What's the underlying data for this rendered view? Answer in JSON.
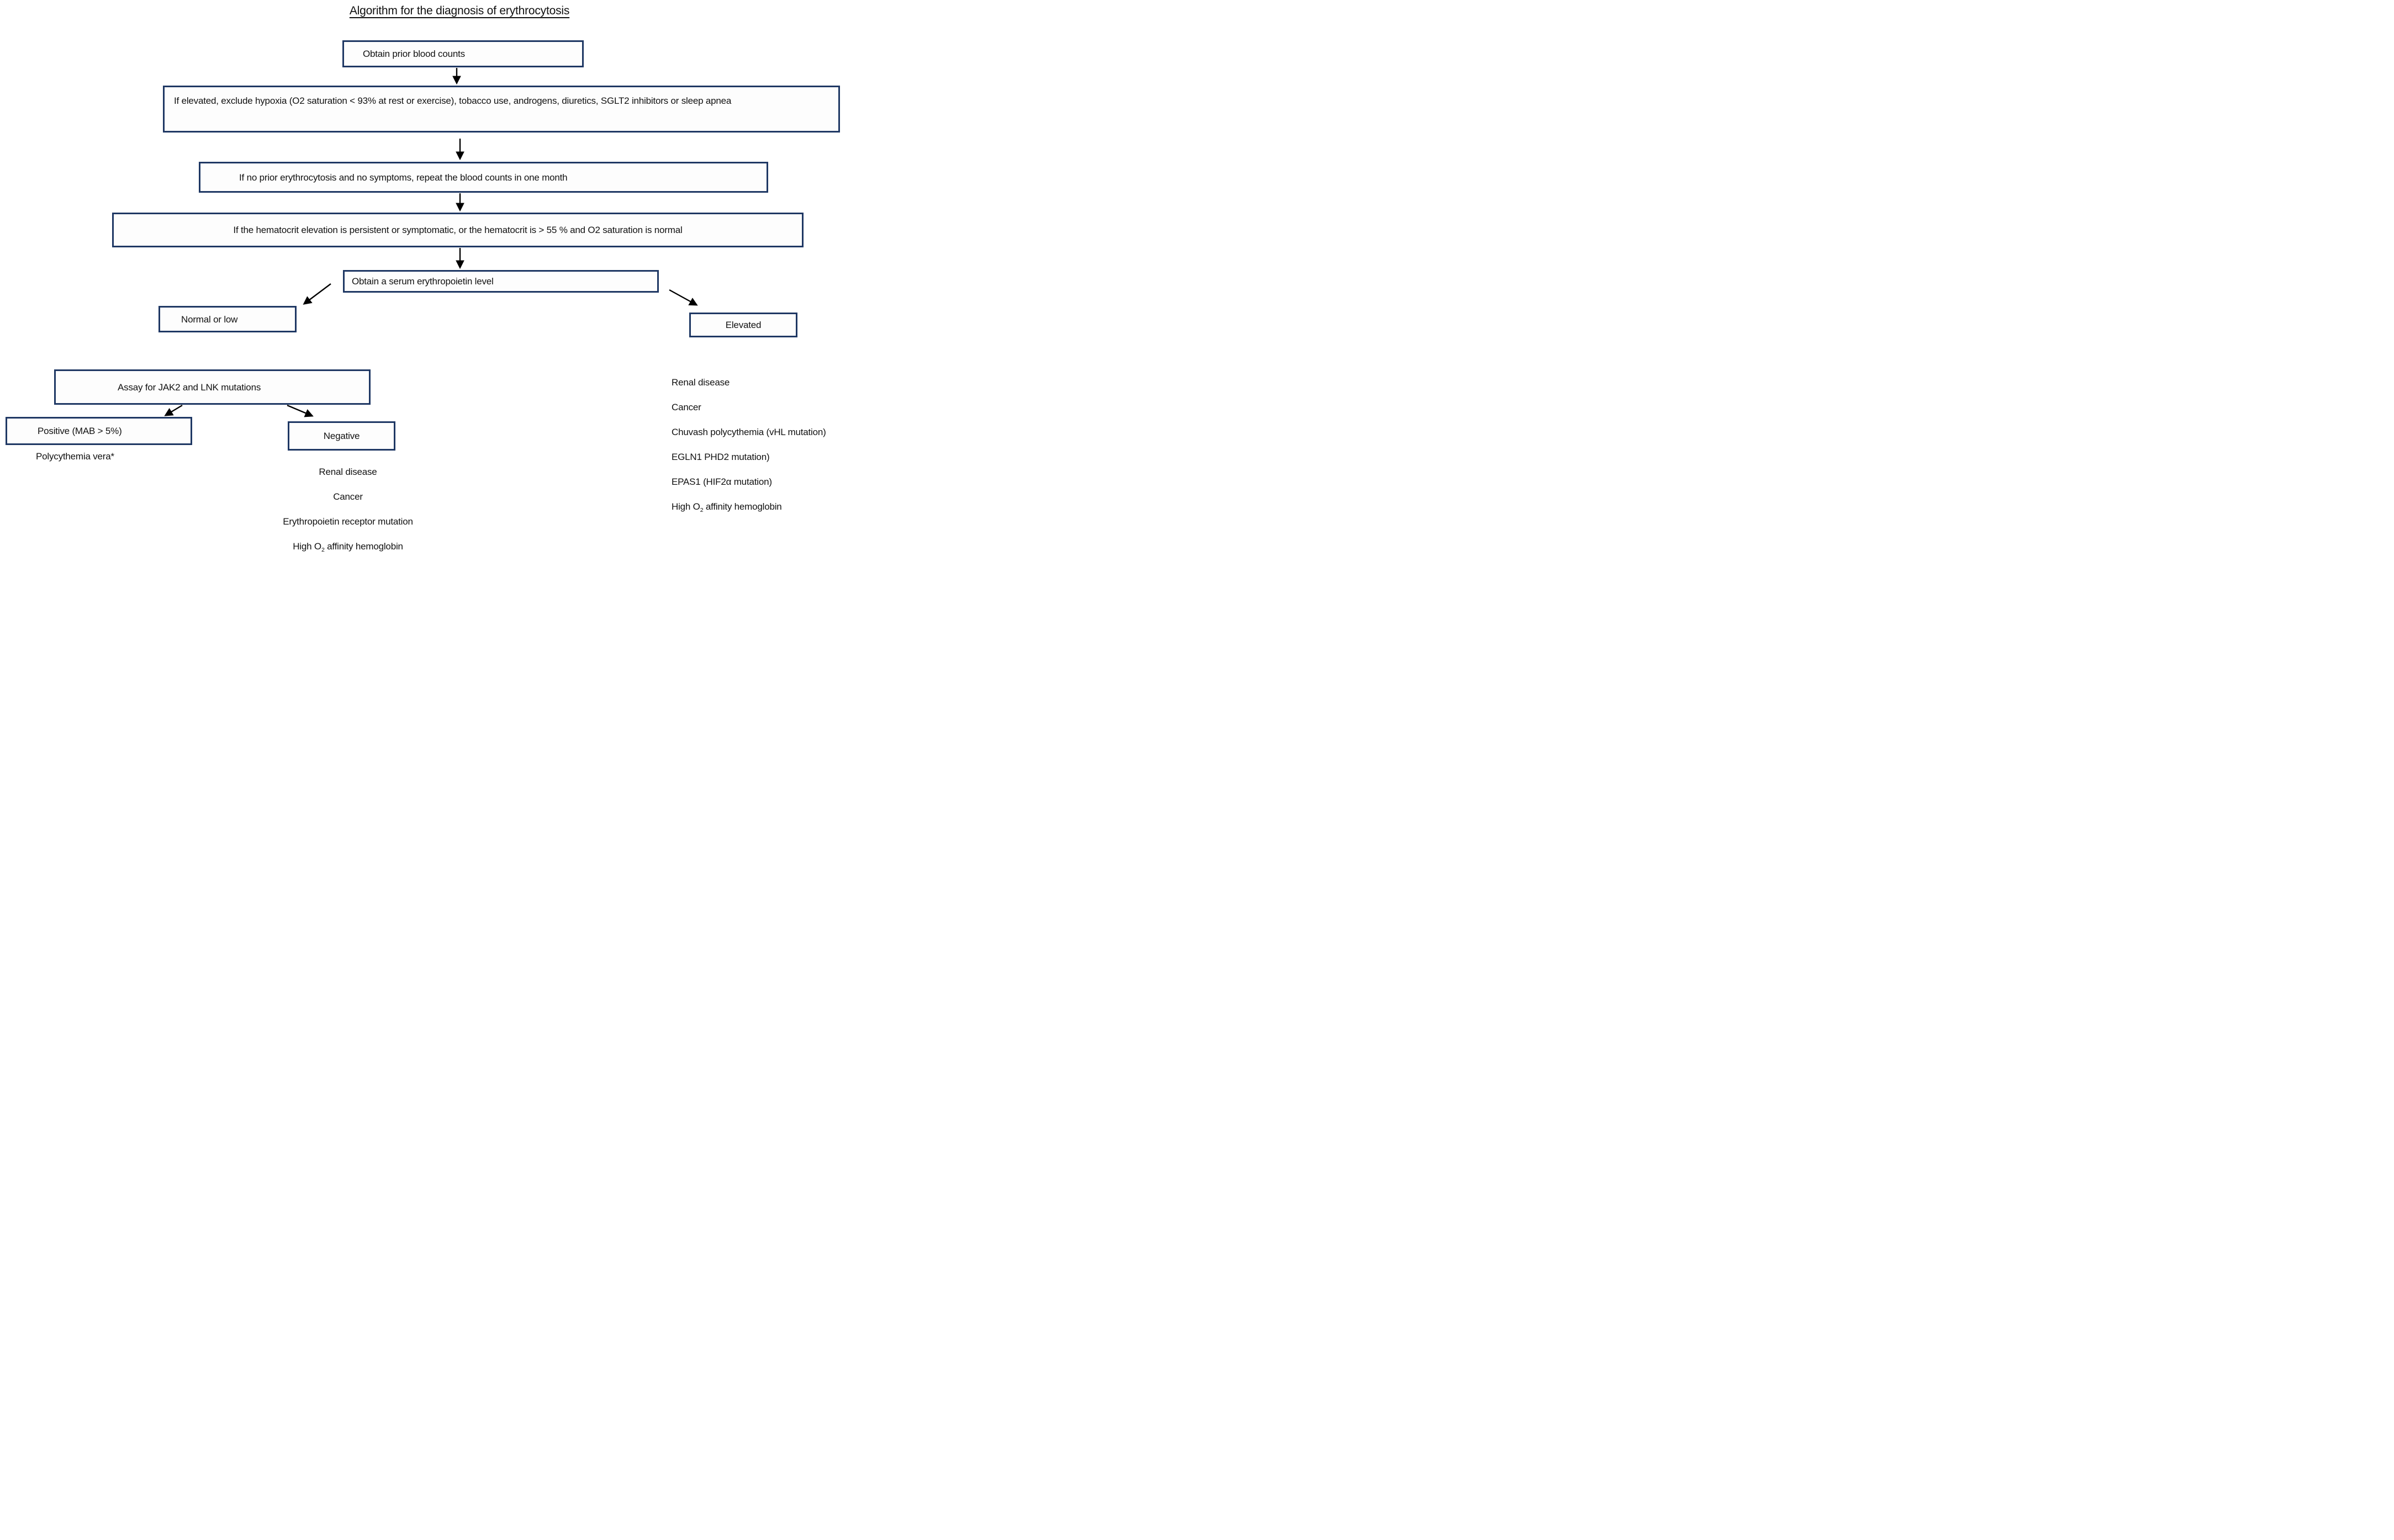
{
  "title": "Algorithm for the diagnosis of erythrocytosis",
  "colors": {
    "box_border": "#1f3864",
    "arrow": "#000000",
    "text": "#111111"
  },
  "flow": {
    "box1": "Obtain prior blood counts",
    "box2": "If elevated, exclude hypoxia (O2 saturation < 93% at rest or exercise), tobacco use, androgens, diuretics, SGLT2 inhibitors or sleep apnea",
    "box3": "If no prior erythrocytosis and no symptoms, repeat the blood counts in one month",
    "box4": "If the hematocrit elevation is persistent or symptomatic, or the hematocrit is > 55 % and O2 saturation is normal",
    "box5": "Obtain a serum erythropoietin level",
    "normal_low": "Normal or low",
    "elevated": "Elevated",
    "assay": "Assay for JAK2 and LNK mutations",
    "positive": "Positive (MAB > 5%)",
    "positive_result": "Polycythemia vera*",
    "negative": "Negative"
  },
  "negative_list": [
    {
      "pre": "Renal disease",
      "sub": "",
      "post": ""
    },
    {
      "pre": "Cancer",
      "sub": "",
      "post": ""
    },
    {
      "pre": "Erythropoietin receptor mutation",
      "sub": "",
      "post": ""
    },
    {
      "pre": "High O",
      "sub": "2",
      "post": " affinity hemoglobin"
    }
  ],
  "elevated_list": [
    {
      "pre": "Renal disease",
      "sub": "",
      "post": ""
    },
    {
      "pre": "Cancer",
      "sub": "",
      "post": ""
    },
    {
      "pre": "Chuvash polycythemia (vHL mutation)",
      "sub": "",
      "post": ""
    },
    {
      "pre": "EGLN1 PHD2 mutation)",
      "sub": "",
      "post": ""
    },
    {
      "pre": "EPAS1 (HIF2α mutation)",
      "sub": "",
      "post": ""
    },
    {
      "pre": "High O",
      "sub": "2",
      "post": " affinity hemoglobin"
    }
  ]
}
